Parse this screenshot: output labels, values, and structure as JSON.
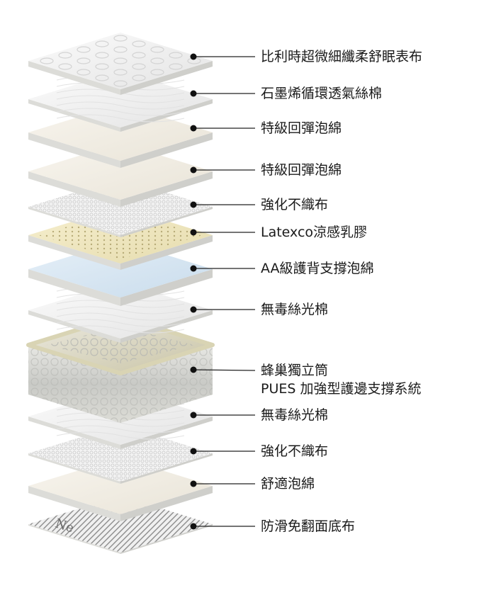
{
  "layers": [
    {
      "label": "比利時超微細纖柔舒眠表布",
      "icon": "quilted-fabric-layer"
    },
    {
      "label": "石墨烯循環透氣絲棉",
      "icon": "fiber-cotton-layer"
    },
    {
      "label": "特級回彈泡綿",
      "icon": "foam-layer"
    },
    {
      "label": "特級回彈泡綿",
      "icon": "foam-layer"
    },
    {
      "label": "強化不織布",
      "icon": "nonwoven-fabric-layer"
    },
    {
      "label": "Latexco涼感乳膠",
      "icon": "perforated-latex-layer"
    },
    {
      "label": "AA級護背支撐泡綿",
      "icon": "blue-foam-layer"
    },
    {
      "label": "無毒絲光棉",
      "icon": "fiber-cotton-layer"
    },
    {
      "label": "蜂巢獨立筒",
      "label2": "PUES 加強型護邊支撐系統",
      "icon": "pocket-spring-block"
    },
    {
      "label": "無毒絲光棉",
      "icon": "fiber-cotton-layer"
    },
    {
      "label": "強化不織布",
      "icon": "nonwoven-fabric-layer"
    },
    {
      "label": "舒適泡綿",
      "icon": "foam-layer"
    },
    {
      "label": "防滑免翻面底布",
      "icon": "grip-base-fabric-layer"
    }
  ],
  "base_fabric_print": "Ne",
  "colors": {
    "leader_line": "#222222",
    "dot": "#111111",
    "label_text": "#1a1a1a",
    "latex_top": "#f1e9c4",
    "blue_foam_top": "#dbe8f3",
    "spring_frame": "#d9d4b4"
  }
}
